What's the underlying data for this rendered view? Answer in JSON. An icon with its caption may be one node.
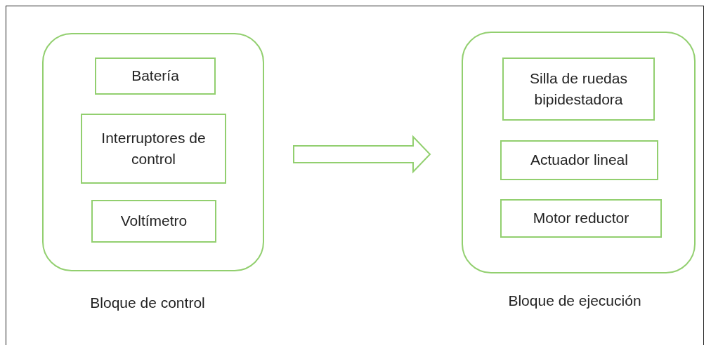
{
  "diagram": {
    "nodes": [
      {
        "text": [],
        "shape": "box",
        "beside": [
          "Bloque de control"
        ]
      },
      {
        "text": [
          "Batería"
        ],
        "in": 0
      },
      {
        "text": [
          "Interruptores de control"
        ],
        "in": 0
      },
      {
        "text": [
          "Voltímetro"
        ],
        "in": 0
      },
      {
        "text": [],
        "shape": "box",
        "beside": [
          "Bloque de ejecución"
        ]
      },
      {
        "text": [
          "Silla de ruedas bipidestadora"
        ],
        "in": 4
      },
      {
        "text": [
          "Actuador lineal"
        ],
        "in": 4
      },
      {
        "text": [
          "Motor reductor"
        ],
        "in": 4
      }
    ],
    "edges": [
      {
        "from": 0,
        "to": 4,
        "arrow": "to"
      }
    ]
  }
}
